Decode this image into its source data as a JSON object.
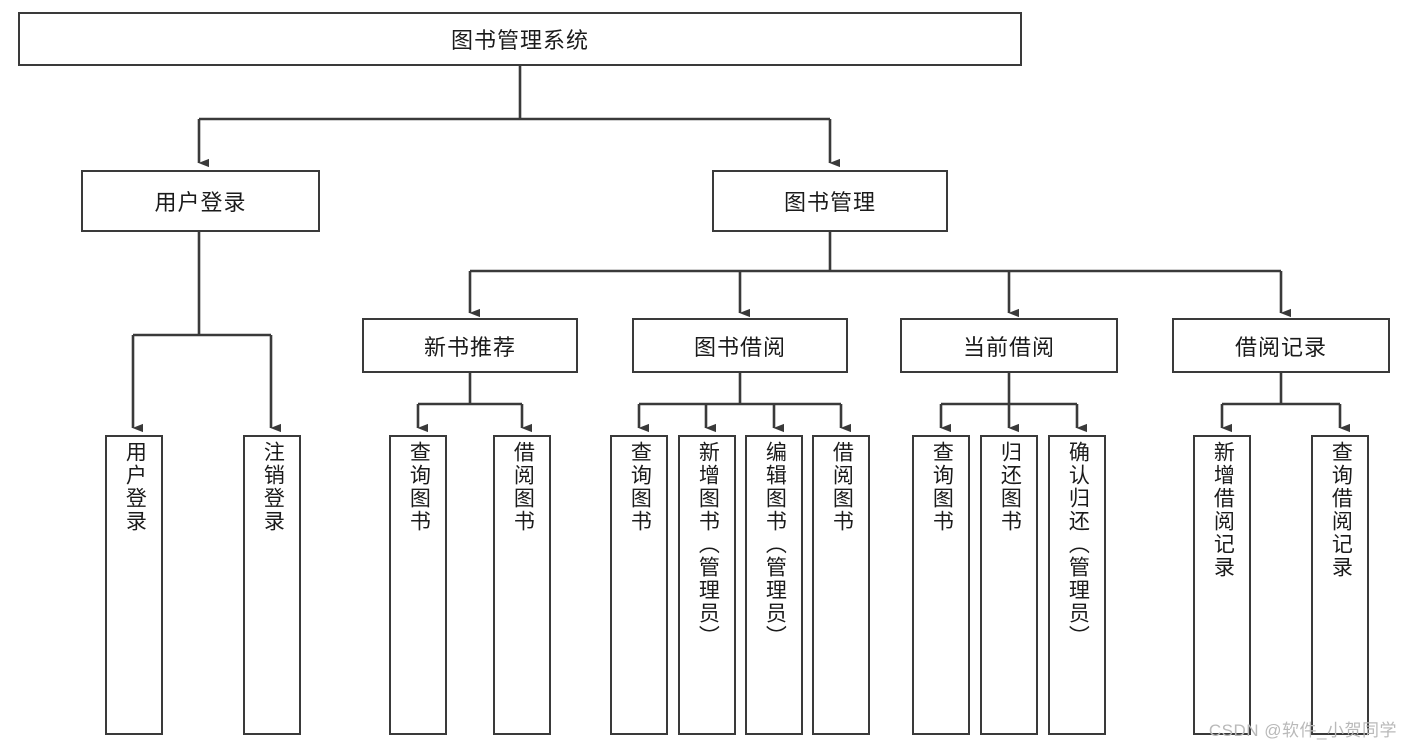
{
  "diagram": {
    "title": "图书管理系统",
    "type": "tree",
    "watermark": "CSDN @软件_小贺同学",
    "colors": {
      "box_border": "#3a3a3a",
      "box_fill": "#ffffff",
      "connector": "#3a3a3a",
      "text": "#1b1b1b",
      "watermark": "#b9b9b9"
    },
    "nodes": {
      "root": {
        "label": "图书管理系统"
      },
      "level2": [
        {
          "id": "user-login",
          "label": "用户登录"
        },
        {
          "id": "book-management",
          "label": "图书管理"
        }
      ],
      "level3": [
        {
          "id": "new-book-recommend",
          "label": "新书推荐"
        },
        {
          "id": "book-borrow",
          "label": "图书借阅"
        },
        {
          "id": "current-borrow",
          "label": "当前借阅"
        },
        {
          "id": "borrow-record",
          "label": "借阅记录"
        }
      ],
      "leaves": {
        "user-login": [
          {
            "id": "leaf-user-login",
            "label": "用户登录"
          },
          {
            "id": "leaf-logout-login",
            "label": "注销登录"
          }
        ],
        "new-book-recommend": [
          {
            "id": "leaf-query-book-1",
            "label": "查询图书"
          },
          {
            "id": "leaf-borrow-book-1",
            "label": "借阅图书"
          }
        ],
        "book-borrow": [
          {
            "id": "leaf-query-book-2",
            "label": "查询图书"
          },
          {
            "id": "leaf-add-book-admin",
            "label": "新增图书（管理员）"
          },
          {
            "id": "leaf-edit-book-admin",
            "label": "编辑图书（管理员）"
          },
          {
            "id": "leaf-borrow-book-2",
            "label": "借阅图书"
          }
        ],
        "current-borrow": [
          {
            "id": "leaf-query-book-3",
            "label": "查询图书"
          },
          {
            "id": "leaf-return-book",
            "label": "归还图书"
          },
          {
            "id": "leaf-confirm-return-admin",
            "label": "确认归还（管理员）"
          }
        ],
        "borrow-record": [
          {
            "id": "leaf-add-borrow-record",
            "label": "新增借阅记录"
          },
          {
            "id": "leaf-query-borrow-record",
            "label": "查询借阅记录"
          }
        ]
      }
    }
  }
}
